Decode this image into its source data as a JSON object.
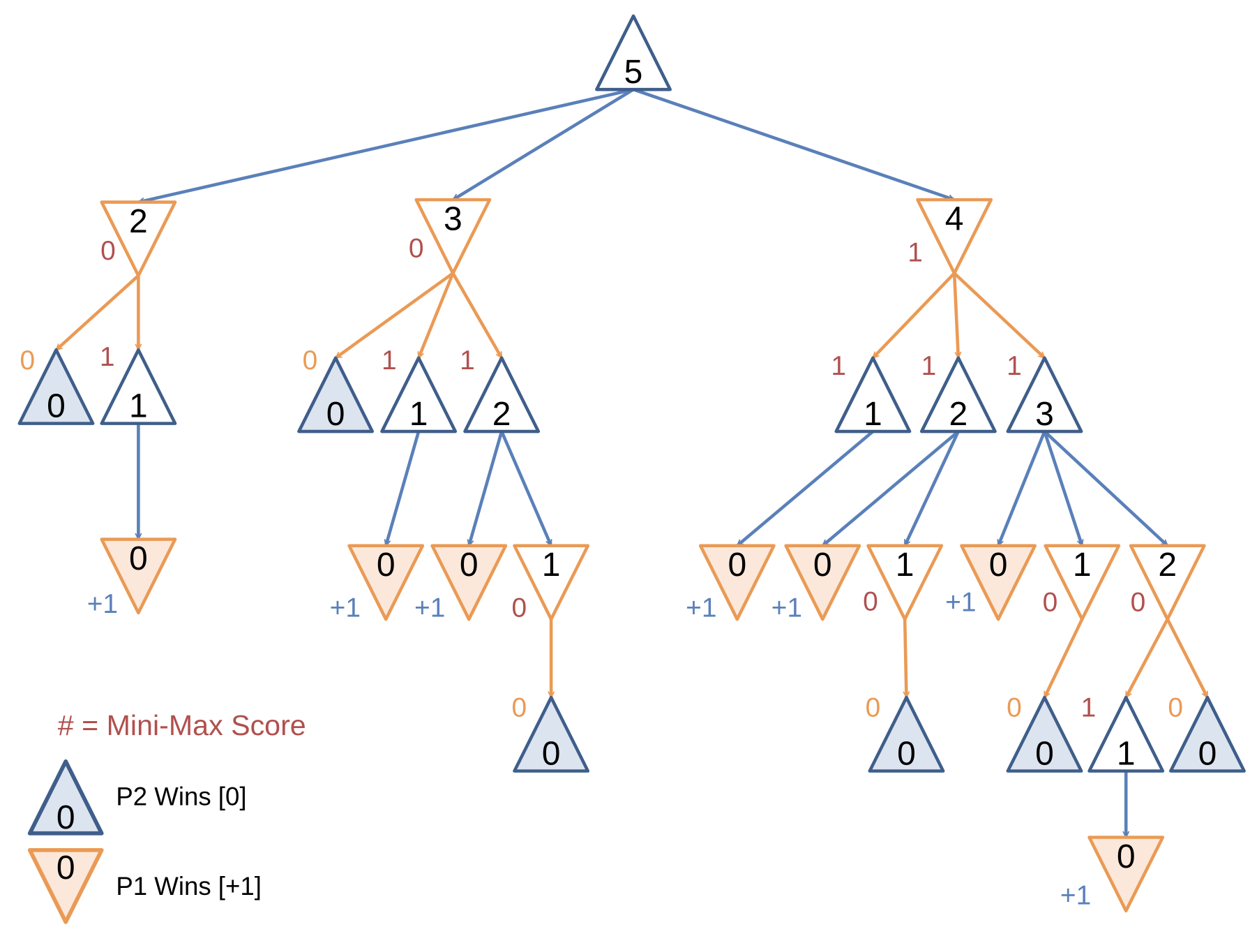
{
  "colors": {
    "p2_stroke": "#3f5e8a",
    "p2_fill": "#dce4f0",
    "p1_stroke": "#ea9a55",
    "p1_fill": "#fbe8da",
    "p2_move_arrow": "#5a80b9",
    "p1_move_arrow": "#ea9a55",
    "minimax_score": "#b0504e",
    "p2_outcome": "#ea9a55",
    "p1_outcome": "#5a80b9"
  },
  "legend": {
    "title": "# = Mini-Max Score",
    "p2_label": "P2 Wins [0]",
    "p2_value": "0",
    "p1_label": "P1 Wins [+1]",
    "p1_value": "0"
  },
  "nodes": [
    {
      "id": "n5",
      "value": "5",
      "shape": "up",
      "terminal": false
    },
    {
      "id": "n2",
      "value": "2",
      "shape": "down",
      "terminal": false,
      "score": "0",
      "score_type": "minimax"
    },
    {
      "id": "n3",
      "value": "3",
      "shape": "down",
      "terminal": false,
      "score": "0",
      "score_type": "minimax"
    },
    {
      "id": "n4",
      "value": "4",
      "shape": "down",
      "terminal": false,
      "score": "1",
      "score_type": "minimax"
    },
    {
      "id": "n2a",
      "value": "0",
      "shape": "up",
      "terminal": true,
      "score": "0",
      "score_type": "p2win"
    },
    {
      "id": "n2b",
      "value": "1",
      "shape": "up",
      "terminal": false,
      "score": "1",
      "score_type": "minimax"
    },
    {
      "id": "n3a",
      "value": "0",
      "shape": "up",
      "terminal": true,
      "score": "0",
      "score_type": "p2win"
    },
    {
      "id": "n3b",
      "value": "1",
      "shape": "up",
      "terminal": false,
      "score": "1",
      "score_type": "minimax"
    },
    {
      "id": "n3c",
      "value": "2",
      "shape": "up",
      "terminal": false,
      "score": "1",
      "score_type": "minimax"
    },
    {
      "id": "n4a",
      "value": "1",
      "shape": "up",
      "terminal": false,
      "score": "1",
      "score_type": "minimax"
    },
    {
      "id": "n4b",
      "value": "2",
      "shape": "up",
      "terminal": false,
      "score": "1",
      "score_type": "minimax"
    },
    {
      "id": "n4c",
      "value": "3",
      "shape": "up",
      "terminal": false,
      "score": "1",
      "score_type": "minimax"
    },
    {
      "id": "n2b1",
      "value": "0",
      "shape": "down",
      "terminal": true,
      "score": "+1",
      "score_type": "p1win"
    },
    {
      "id": "n3b1",
      "value": "0",
      "shape": "down",
      "terminal": true,
      "score": "+1",
      "score_type": "p1win"
    },
    {
      "id": "n3c1",
      "value": "0",
      "shape": "down",
      "terminal": true,
      "score": "+1",
      "score_type": "p1win"
    },
    {
      "id": "n3c2",
      "value": "1",
      "shape": "down",
      "terminal": false,
      "score": "0",
      "score_type": "minimax"
    },
    {
      "id": "n4a1",
      "value": "0",
      "shape": "down",
      "terminal": true,
      "score": "+1",
      "score_type": "p1win"
    },
    {
      "id": "n4b1",
      "value": "0",
      "shape": "down",
      "terminal": true,
      "score": "+1",
      "score_type": "p1win"
    },
    {
      "id": "n4b2",
      "value": "1",
      "shape": "down",
      "terminal": false,
      "score": "0",
      "score_type": "minimax"
    },
    {
      "id": "n4c1",
      "value": "0",
      "shape": "down",
      "terminal": true,
      "score": "+1",
      "score_type": "p1win"
    },
    {
      "id": "n4c2",
      "value": "1",
      "shape": "down",
      "terminal": false,
      "score": "0",
      "score_type": "minimax"
    },
    {
      "id": "n4c3",
      "value": "2",
      "shape": "down",
      "terminal": false,
      "score": "0",
      "score_type": "minimax"
    },
    {
      "id": "n3c2a",
      "value": "0",
      "shape": "up",
      "terminal": true,
      "score": "0",
      "score_type": "p2win"
    },
    {
      "id": "n4b2a",
      "value": "0",
      "shape": "up",
      "terminal": true,
      "score": "0",
      "score_type": "p2win"
    },
    {
      "id": "n4c2a",
      "value": "0",
      "shape": "up",
      "terminal": true,
      "score": "0",
      "score_type": "p2win"
    },
    {
      "id": "n4c3a",
      "value": "1",
      "shape": "up",
      "terminal": false,
      "score": "1",
      "score_type": "minimax"
    },
    {
      "id": "n4c3b",
      "value": "0",
      "shape": "up",
      "terminal": true,
      "score": "0",
      "score_type": "p2win"
    },
    {
      "id": "n4c3a1",
      "value": "0",
      "shape": "down",
      "terminal": true,
      "score": "+1",
      "score_type": "p1win"
    }
  ],
  "edges": [
    [
      "n5",
      "n2"
    ],
    [
      "n5",
      "n3"
    ],
    [
      "n5",
      "n4"
    ],
    [
      "n2",
      "n2a"
    ],
    [
      "n2",
      "n2b"
    ],
    [
      "n3",
      "n3a"
    ],
    [
      "n3",
      "n3b"
    ],
    [
      "n3",
      "n3c"
    ],
    [
      "n4",
      "n4a"
    ],
    [
      "n4",
      "n4b"
    ],
    [
      "n4",
      "n4c"
    ],
    [
      "n2b",
      "n2b1"
    ],
    [
      "n3b",
      "n3b1"
    ],
    [
      "n3c",
      "n3c1"
    ],
    [
      "n3c",
      "n3c2"
    ],
    [
      "n4a",
      "n4a1"
    ],
    [
      "n4b",
      "n4b1"
    ],
    [
      "n4b",
      "n4b2"
    ],
    [
      "n4c",
      "n4c1"
    ],
    [
      "n4c",
      "n4c2"
    ],
    [
      "n4c",
      "n4c3"
    ],
    [
      "n3c2",
      "n3c2a"
    ],
    [
      "n4b2",
      "n4b2a"
    ],
    [
      "n4c2",
      "n4c2a"
    ],
    [
      "n4c3",
      "n4c3a"
    ],
    [
      "n4c3",
      "n4c3b"
    ],
    [
      "n4c3a",
      "n4c3a1"
    ]
  ]
}
